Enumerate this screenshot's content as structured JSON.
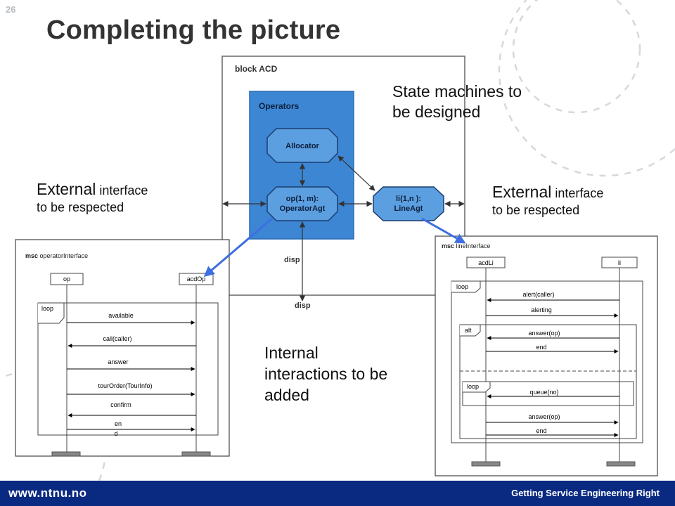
{
  "slide": {
    "page_number": "26",
    "title": "Completing the picture"
  },
  "callouts": {
    "state_machines": [
      "State machines to",
      "be designed"
    ],
    "external_left": {
      "lead": "External",
      "rest": " interface",
      "line2": "to be respected"
    },
    "external_right": {
      "lead": "External",
      "rest": " interface",
      "line2": "to be respected"
    },
    "internal": [
      "Internal",
      "interactions to be",
      "added"
    ]
  },
  "block_acd": {
    "title": "block ACD",
    "group_title": "Operators",
    "allocator": "Allocator",
    "operator_agt": [
      "op(1, m):",
      "OperatorAgt"
    ],
    "line_agt": [
      "li(1,n ):",
      "LineAgt"
    ],
    "disp_inner": "disp",
    "disp_outer": "disp"
  },
  "msc_operator": {
    "keyword": "msc",
    "name": "operatorInterface",
    "lifeline_left": "op",
    "lifeline_right": "acdOp",
    "frame_label": "loop",
    "messages": [
      "available",
      "call(caller)",
      "answer",
      "tourOrder(TourInfo)",
      "confirm"
    ],
    "end_label": [
      "en",
      "d"
    ]
  },
  "msc_line": {
    "keyword": "msc",
    "name": "lineInterface",
    "lifeline_left": "acdLi",
    "lifeline_right": "li",
    "loop_label": "loop",
    "alt_label": "alt",
    "inner_loop_label": "loop",
    "messages": [
      "alert(caller)",
      "alerting",
      "answer(op)",
      "end",
      "queue(no)",
      "answer(op)",
      "end"
    ]
  },
  "footer": {
    "url": "www.ntnu.no",
    "tagline": "Getting Service Engineering Right"
  },
  "colors": {
    "operators_fill": "#3d86d4",
    "agent_fill": "#5b9fe0",
    "link_arrow": "#3e6fe0",
    "footer_bg": "#0a2a82"
  }
}
